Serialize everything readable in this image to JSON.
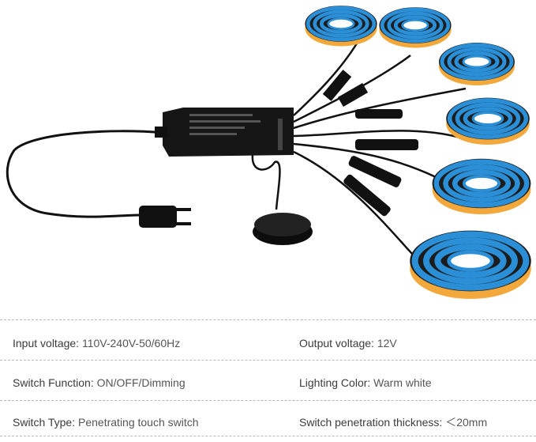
{
  "specs": [
    {
      "left": {
        "label": "Input voltage:",
        "value": " 110V-240V-50/60Hz"
      },
      "right": {
        "label": "Output voltage:",
        "value": " 12V"
      }
    },
    {
      "left": {
        "label": "Switch Function:",
        "value": " ON/OFF/Dimming"
      },
      "right": {
        "label": "Lighting Color:",
        "value": " Warm white"
      }
    },
    {
      "left": {
        "label": "Switch Type:",
        "value": " Penetrating touch switch"
      },
      "right": {
        "label": "Switch penetration thickness:",
        "value": " ＜20mm"
      }
    }
  ],
  "colors": {
    "strip_blue": "#2a8fd6",
    "strip_gold": "#f2a83b",
    "cable": "#111111",
    "divider": "#b9b9b9"
  }
}
